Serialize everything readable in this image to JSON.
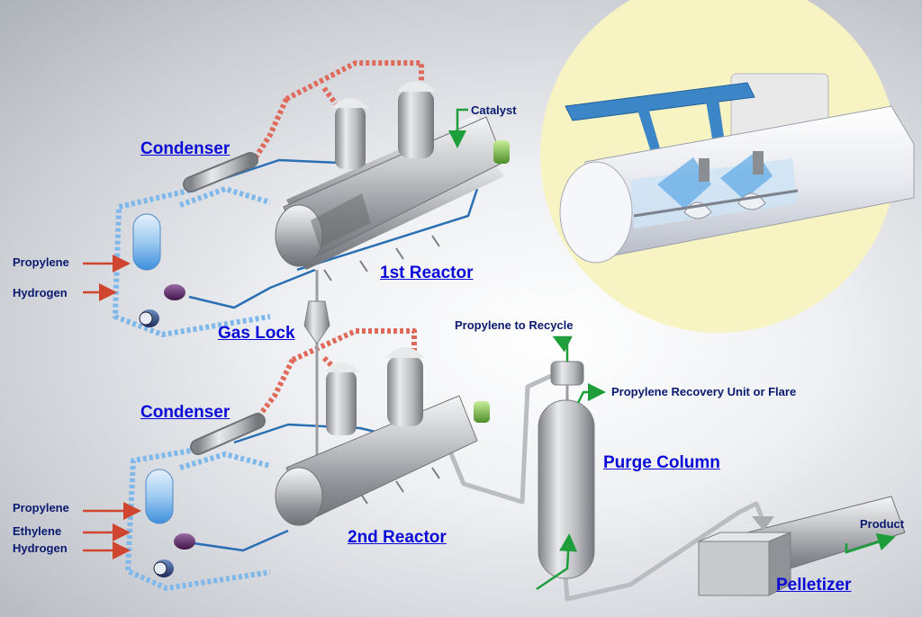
{
  "labels": {
    "condenser_1": "Condenser",
    "reactor_1": "1st Reactor",
    "gas_lock": "Gas Lock",
    "condenser_2": "Condenser",
    "reactor_2": "2nd Reactor",
    "purge_column": "Purge Column",
    "pelletizer": "Pelletizer"
  },
  "streams": {
    "catalyst": "Catalyst",
    "propylene_1": "Propylene",
    "hydrogen_1": "Hydrogen",
    "propylene_recycle": "Propylene to Recycle",
    "propylene_recovery": "Propylene Recovery Unit  or Flare",
    "propylene_2": "Propylene",
    "ethylene_2": "Ethylene",
    "hydrogen_2": "Hydrogen",
    "product": "Product"
  },
  "colors": {
    "label_link": "#0a0ad8",
    "stream_text": "#0a1a6e",
    "hot_pipe": "#e06a5a",
    "cold_pipe": "#7fb8ea",
    "feed_arrow": "#d0452f",
    "green_arrow": "#1e9e3a",
    "inset_background": "#f7f3c2"
  }
}
